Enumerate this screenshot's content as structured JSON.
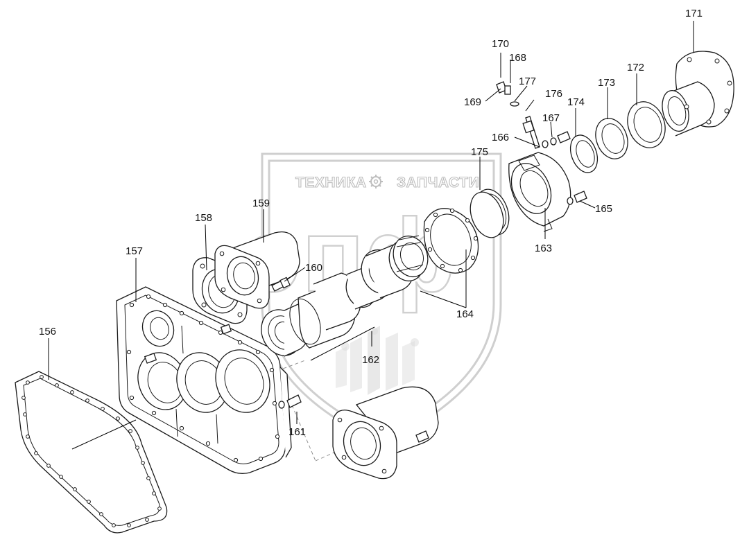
{
  "watermark": {
    "text_left": "ТЕХНИКА",
    "text_right": "ЗАПЧАСТИ",
    "logo": "эпф",
    "gear_icon": "gear-icon"
  },
  "callouts": [
    {
      "id": "156",
      "label": "156"
    },
    {
      "id": "157",
      "label": "157"
    },
    {
      "id": "158",
      "label": "158"
    },
    {
      "id": "159",
      "label": "159"
    },
    {
      "id": "160",
      "label": "160"
    },
    {
      "id": "161",
      "label": "161"
    },
    {
      "id": "162",
      "label": "162"
    },
    {
      "id": "163",
      "label": "163"
    },
    {
      "id": "164",
      "label": "164"
    },
    {
      "id": "165",
      "label": "165"
    },
    {
      "id": "166",
      "label": "166"
    },
    {
      "id": "167",
      "label": "167"
    },
    {
      "id": "168",
      "label": "168"
    },
    {
      "id": "169",
      "label": "169"
    },
    {
      "id": "170",
      "label": "170"
    },
    {
      "id": "171",
      "label": "171"
    },
    {
      "id": "172",
      "label": "172"
    },
    {
      "id": "173",
      "label": "173"
    },
    {
      "id": "174",
      "label": "174"
    },
    {
      "id": "175",
      "label": "175"
    },
    {
      "id": "176",
      "label": "176"
    },
    {
      "id": "177",
      "label": "177"
    }
  ]
}
